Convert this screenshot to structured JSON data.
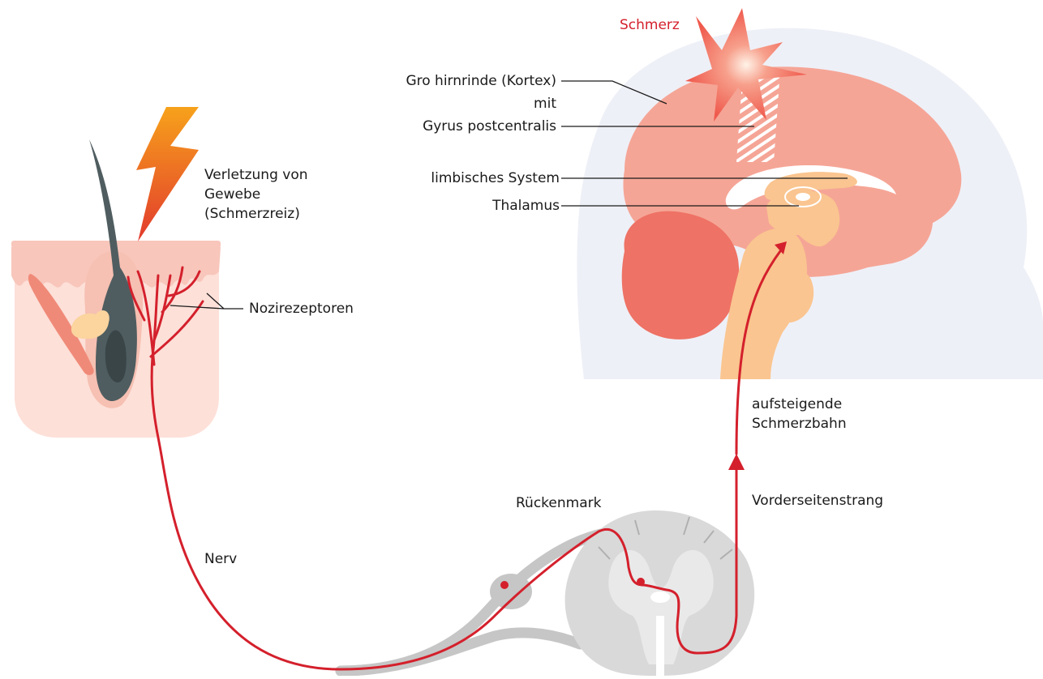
{
  "labels": {
    "schmerz": "Schmerz",
    "kortex_1": "Gro  hirnrinde (Kortex)",
    "kortex_2": "mit",
    "kortex_3": "Gyrus postcentralis",
    "limbisch": "limbisches System",
    "thalamus": "Thalamus",
    "verletzung_1": "Verletzung von",
    "verletzung_2": "Gewebe",
    "verletzung_3": "(Schmerzreiz)",
    "nozi": "Nozirezeptoren",
    "nerv": "Nerv",
    "rueckenmark": "Rückenmark",
    "aufsteigend_1": "aufsteigende",
    "aufsteigend_2": "Schmerzbahn",
    "vorderseiten": "Vorderseitenstrang"
  },
  "colors": {
    "pathway": "#d4202c",
    "pain_text": "#d4202c",
    "brain": "#f5a596",
    "cerebellum": "#ee7265",
    "brainstem": "#fac590",
    "head_silhouette": "#eef0f7",
    "skin": "#fde0d8",
    "hair": "#4f5d60",
    "spinal_cord": "#c6c6c6",
    "lightning_top": "#f7a21b",
    "lightning_bottom": "#e23a2d"
  },
  "icons": {
    "lightning": "lightning-icon",
    "pain_star": "pain-star-icon"
  }
}
